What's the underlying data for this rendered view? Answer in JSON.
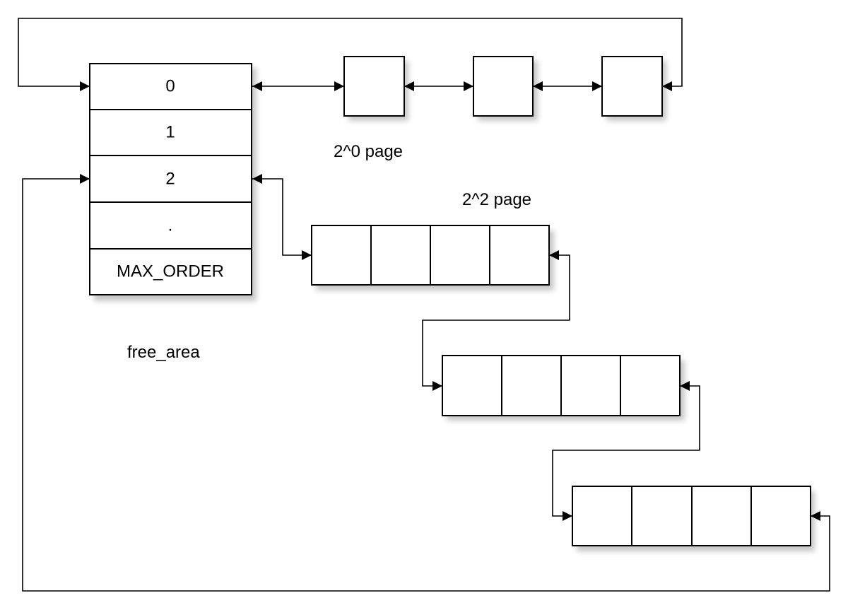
{
  "free_area": {
    "label": "free_area",
    "rows": [
      "0",
      "1",
      "2",
      ".",
      "MAX_ORDER"
    ]
  },
  "order0": {
    "label": "2^0 page"
  },
  "order2": {
    "label": "2^2 page"
  },
  "colors": {
    "stroke": "#000000",
    "fill": "#ffffff",
    "background": "#ffffff"
  }
}
